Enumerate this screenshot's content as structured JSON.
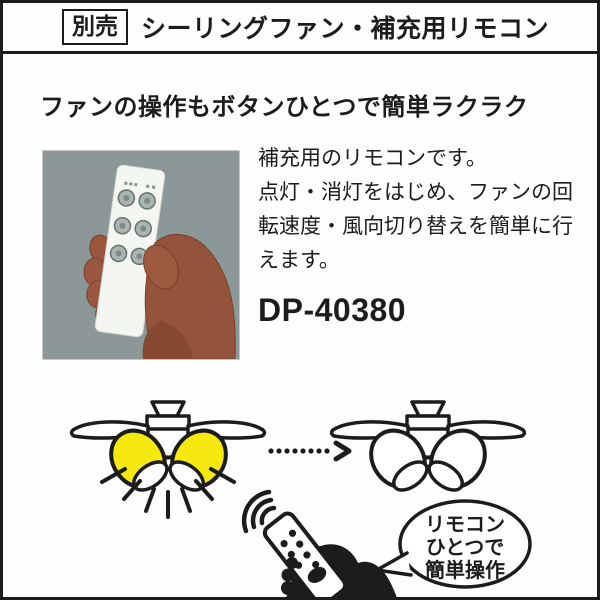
{
  "header": {
    "badge_label": "別売",
    "title": "シーリングファン・補充用リモコン"
  },
  "headline": "ファンの操作もボタンひとつで簡単ラクラク",
  "description": {
    "lines": [
      "補充用のリモコンです。",
      "点灯・消灯をはじめ、ファンの回",
      "転速度・風向切り替えを簡単に行",
      "えます。"
    ]
  },
  "model_number": "DP-40380",
  "photo": {
    "background_color": "#8b9897",
    "remote_color": "#f4f6f1"
  },
  "illustration": {
    "speech_bubble_lines": [
      "リモコン",
      "ひとつで",
      "簡単操作"
    ],
    "lamp_on_color": "#f6e90f",
    "lamp_off_color": "#ffffff",
    "line_color": "#1c1c1c"
  }
}
